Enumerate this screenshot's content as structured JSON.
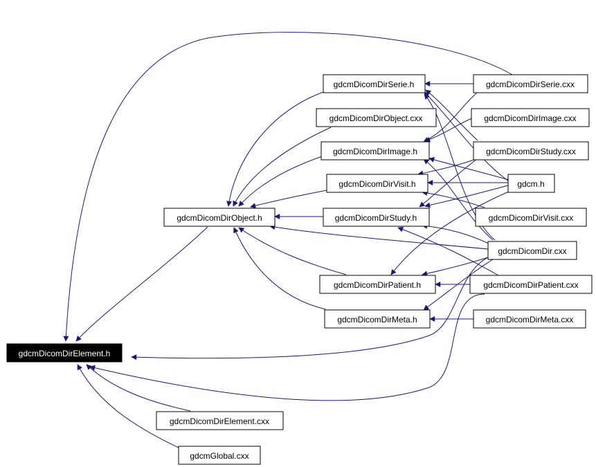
{
  "colors": {
    "edge": "#191970",
    "node_border": "#000000",
    "root_fill": "#000000",
    "root_text": "#ffffff",
    "background": "#ffffff"
  },
  "nodes": {
    "element_h": "gdcmDicomDirElement.h",
    "object_h": "gdcmDicomDirObject.h",
    "serie_h": "gdcmDicomDirSerie.h",
    "object_cxx": "gdcmDicomDirObject.cxx",
    "image_h": "gdcmDicomDirImage.h",
    "visit_h": "gdcmDicomDirVisit.h",
    "study_h": "gdcmDicomDirStudy.h",
    "patient_h": "gdcmDicomDirPatient.h",
    "meta_h": "gdcmDicomDirMeta.h",
    "serie_cxx": "gdcmDicomDirSerie.cxx",
    "image_cxx": "gdcmDicomDirImage.cxx",
    "study_cxx": "gdcmDicomDirStudy.cxx",
    "gdcm_h": "gdcm.h",
    "visit_cxx": "gdcmDicomDirVisit.cxx",
    "dir_cxx": "gdcmDicomDir.cxx",
    "patient_cxx": "gdcmDicomDirPatient.cxx",
    "meta_cxx": "gdcmDicomDirMeta.cxx",
    "element_cxx": "gdcmDicomDirElement.cxx",
    "global_cxx": "gdcmGlobal.cxx"
  }
}
